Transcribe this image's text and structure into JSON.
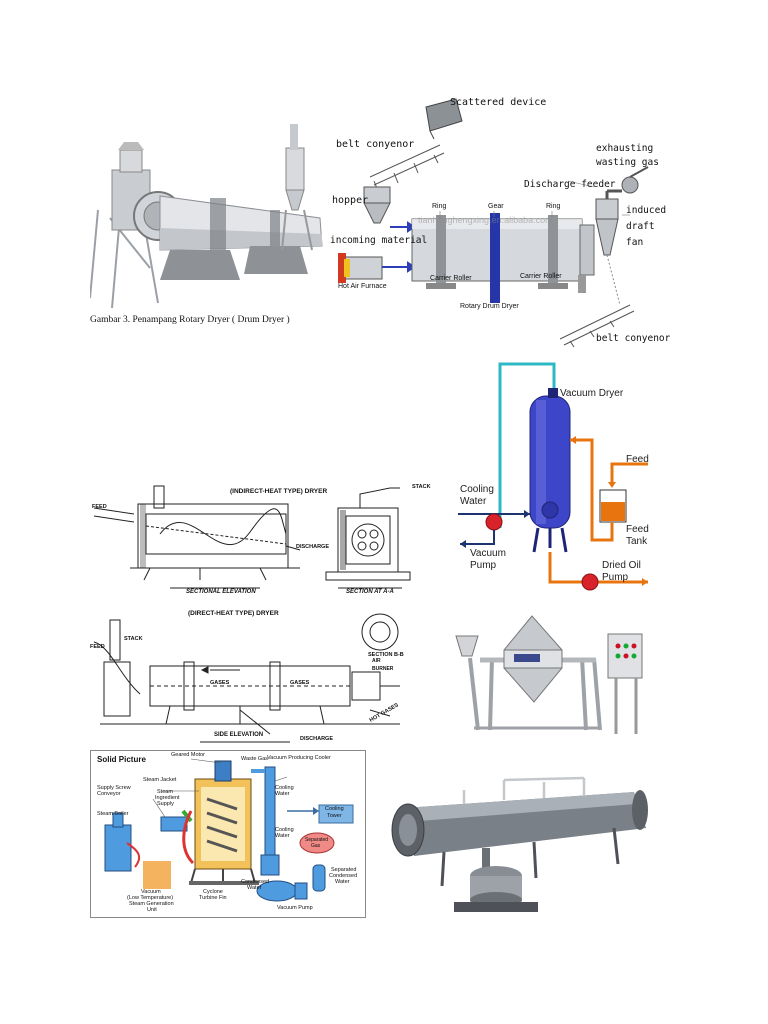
{
  "rotary": {
    "caption": "Gambar 3. Penampang Rotary Dryer ( Drum Dryer )",
    "scattered_device": "Scattered device",
    "belt_conveyor_top": "belt conyenor",
    "hopper": "hopper",
    "incoming_material": "incoming material",
    "hot_air_furnace": "Hot Air Furnace",
    "ring_left": "Ring",
    "gear": "Gear",
    "ring_right": "Ring",
    "watermark": "tianhenghengxing.en.alibaba.com",
    "carrier_roller_left": "Carrier Roller",
    "carrier_roller_right": "Carrier Roller",
    "rotary_drum_dryer": "Rotary Drum Dryer",
    "exhausting": "exhausting",
    "wasting_gas": "wasting gas",
    "discharge_feeder": "Discharge feeder",
    "induced": "induced",
    "draft": "draft",
    "fan": "fan",
    "belt_conveyor_bottom": "belt conyenor"
  },
  "vacuum": {
    "vacuum_dryer": "Vacuum Dryer",
    "feed": "Feed",
    "cooling": "Cooling",
    "water": "Water",
    "feed_tank_1": "Feed",
    "feed_tank_2": "Tank",
    "vacuum": "Vacuum",
    "pump": "Pump",
    "dried_oil": "Dried Oil",
    "dried_pump": "Pump"
  },
  "indirect": {
    "title": "(INDIRECT-HEAT TYPE) DRYER",
    "stack": "STACK",
    "feed": "FEED",
    "discharge": "DISCHARGE",
    "sectional_elevation": "SECTIONAL ELEVATION",
    "section_aa": "SECTION AT A-A"
  },
  "direct": {
    "title": "(DIRECT-HEAT TYPE) DRYER",
    "stack": "STACK",
    "feed": "FEED",
    "gases_1": "GASES",
    "gases_2": "GASES",
    "air": "AIR",
    "burner": "BURNER",
    "hot_gases": "HOT GASES",
    "section_bb": "SECTION B-B",
    "side_elevation": "SIDE ELEVATION",
    "discharge": "DISCHARGE"
  },
  "solid": {
    "title": "Solid Picture",
    "geared_motor": "Geared Motor",
    "waste_gas": "Waste Gas",
    "vacuum_cooler": "Vacuum Producing Cooler",
    "supply_screw_1": "Supply Screw",
    "supply_screw_2": "Conveyor",
    "steam_jacket": "Steam Jacket",
    "steam": "Steam",
    "ingredient": "Ingredient",
    "supply": "Supply",
    "steam_boiler": "Steam Boiler",
    "cooling_water_1a": "Cooling",
    "cooling_water_1b": "Water",
    "cooling_tower_1": "Cooling",
    "cooling_tower_2": "Tower",
    "cooling_water_2a": "Cooling",
    "cooling_water_2b": "Water",
    "separated_gas_1": "Separated",
    "separated_gas_2": "Gas",
    "vac_unit_1": "Vacuum",
    "vac_unit_2": "(Low Temperature)",
    "vac_unit_3": "Steam Generation",
    "vac_unit_4": "Unit",
    "cyclone_1": "Cyclone",
    "cyclone_2": "Turbine Fin",
    "condensed_1": "Condensed",
    "condensed_2": "Water",
    "vacuum_pump": "Vacuum Pump",
    "sep_cond_1": "Separated",
    "sep_cond_2": "Condensed",
    "sep_cond_3": "Water"
  },
  "colors": {
    "orange": "#e8740f",
    "teal": "#2cb9c4",
    "vessel_blue": "#3d45c8",
    "navy": "#1e3470",
    "steam_blue": "#7fb6e6",
    "sep_gas": "#f08a86",
    "vac_box": "#f4b35e"
  }
}
